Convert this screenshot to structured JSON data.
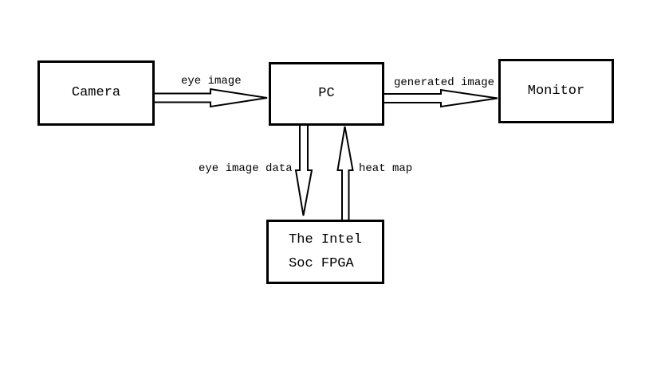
{
  "diagram": {
    "type": "block-dataflow-diagram",
    "background_color": "#ffffff",
    "line_color": "#000000",
    "box_fill_color": "#ffffff",
    "text_color": "#000000"
  },
  "nodes": {
    "camera": {
      "label": "Camera"
    },
    "pc": {
      "label": "PC"
    },
    "monitor": {
      "label": "Monitor"
    },
    "fpga": {
      "label": "The Intel\nSoc FPGA"
    }
  },
  "edges": [
    {
      "from": "Camera",
      "to": "PC",
      "label": "eye image",
      "direction": "right"
    },
    {
      "from": "PC",
      "to": "Monitor",
      "label": "generated image",
      "direction": "right"
    },
    {
      "from": "PC",
      "to": "The Intel Soc FPGA",
      "label": "eye image data",
      "direction": "down"
    },
    {
      "from": "The Intel Soc FPGA",
      "to": "PC",
      "label": "heat map",
      "direction": "up"
    }
  ]
}
